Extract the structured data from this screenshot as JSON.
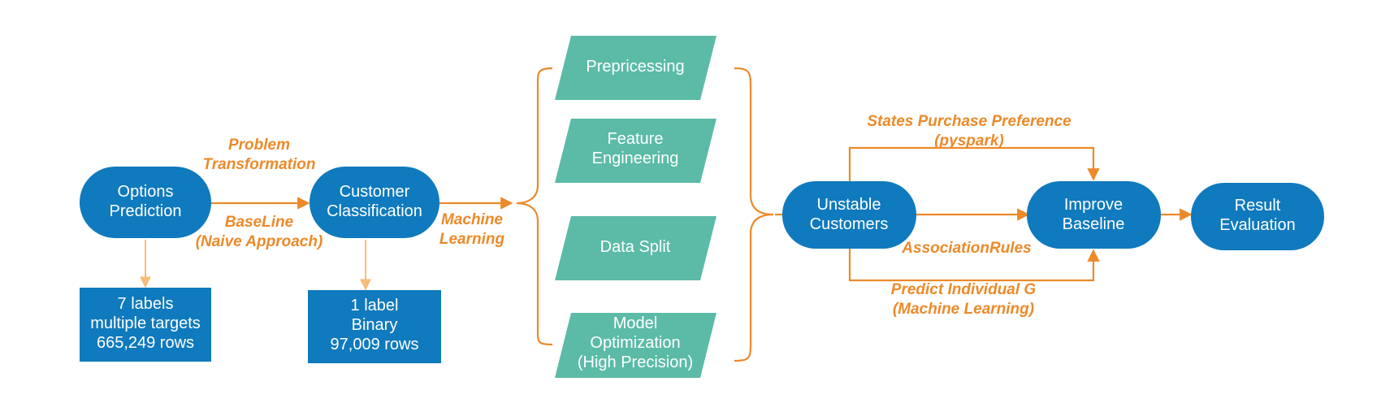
{
  "colors": {
    "blue": "#0f7abd",
    "teal": "#5bbba6",
    "orange": "#ec8a2a",
    "light_orange": "#f8bb78"
  },
  "nodes": {
    "options_prediction": [
      "Options",
      "Prediction"
    ],
    "customer_classification": [
      "Customer",
      "Classification"
    ],
    "options_details": [
      "7 labels",
      "multiple targets",
      "665,249 rows"
    ],
    "customer_details": [
      "1 label",
      "Binary",
      "97,009 rows"
    ],
    "preprocessing": [
      "Prepricessing"
    ],
    "feature_engineering": [
      "Feature",
      "Engineering"
    ],
    "data_split": [
      "Data Split"
    ],
    "model_optimization": [
      "Model",
      "Optimization",
      "(High Precision)"
    ],
    "unstable_customers": [
      "Unstable",
      "Customers"
    ],
    "improve_baseline": [
      "Improve",
      "Baseline"
    ],
    "result_evaluation": [
      "Result",
      "Evaluation"
    ]
  },
  "annotations": {
    "problem_transformation": [
      "Problem",
      "Transformation"
    ],
    "baseline": [
      "BaseLine",
      "(Naive Approach)"
    ],
    "machine_learning": [
      "Machine",
      "Learning"
    ],
    "states_purchase": [
      "States Purchase Preference",
      "(pyspark)"
    ],
    "association_rules": [
      "AssociationRules"
    ],
    "predict_individual": [
      "Predict Individual G",
      "(Machine Learning)"
    ]
  }
}
